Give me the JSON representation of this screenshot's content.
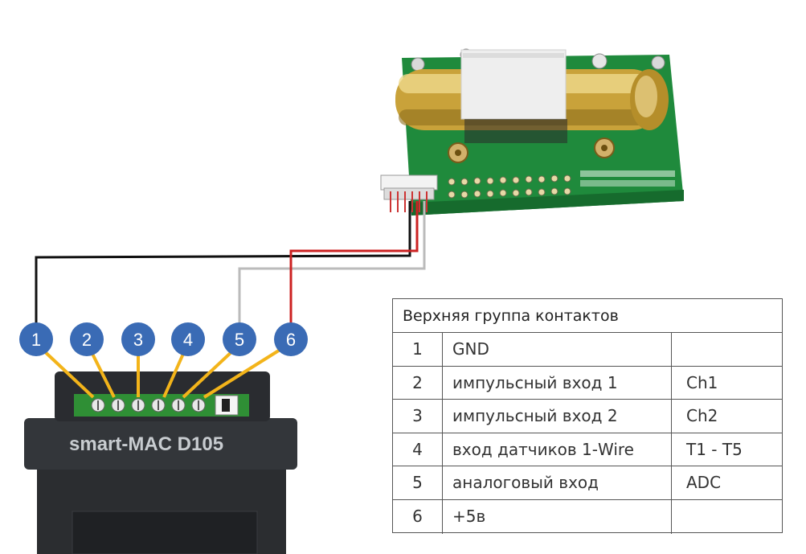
{
  "device": {
    "label": "smart-MAC D105"
  },
  "pins": [
    "1",
    "2",
    "3",
    "4",
    "5",
    "6"
  ],
  "table": {
    "title": "Верхняя группа контактов",
    "rows": [
      {
        "num": "1",
        "desc": "GND",
        "code": ""
      },
      {
        "num": "2",
        "desc": "импульсный вход 1",
        "code": "Ch1"
      },
      {
        "num": "3",
        "desc": "импульсный вход 2",
        "code": "Ch2"
      },
      {
        "num": "4",
        "desc": "вход датчиков 1-Wire",
        "code": "T1 - T5"
      },
      {
        "num": "5",
        "desc": "аналоговый вход",
        "code": "ADC"
      },
      {
        "num": "6",
        "desc": "+5в",
        "code": ""
      }
    ]
  },
  "colors": {
    "pin_badge": "#3a6bb5",
    "pointer": "#f3b41a",
    "wire_gnd": "#111111",
    "wire_analog": "#bbbbbb",
    "wire_power": "#cc2222",
    "pcb": "#1f8a3c"
  }
}
